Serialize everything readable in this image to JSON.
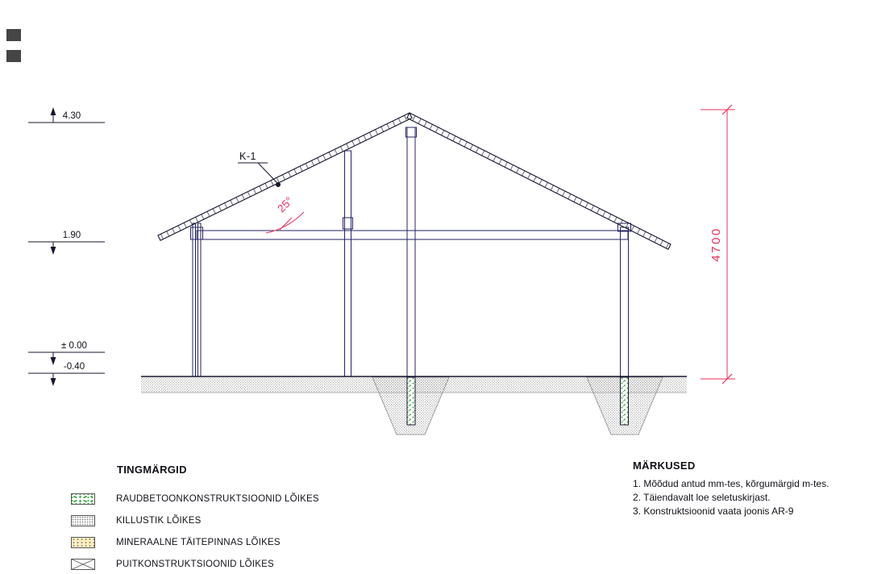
{
  "colors": {
    "dimension_red": "#e8315b",
    "concrete_green": "#42a847",
    "mineral_fill_bg": "#f9efc7",
    "line_dark": "#15152e",
    "structure_blue": "#232366"
  },
  "drawing": {
    "k1_label": "K-1",
    "roof_angle": "25°",
    "height_dimension": "4700",
    "levels": [
      {
        "value": "4.30"
      },
      {
        "value": "1.90"
      },
      {
        "value": "± 0.00"
      },
      {
        "value": "-0.40"
      }
    ]
  },
  "legend": {
    "title": "TINGMÄRGID",
    "items": [
      {
        "label": "RAUDBETOONKONSTRUKTSIOONID LÕIKES",
        "swatch": "concrete-hatch"
      },
      {
        "label": "KILLUSTIK LÕIKES",
        "swatch": "gravel-hatch"
      },
      {
        "label": "MINERAALNE TÄITEPINNAS LÕIKES",
        "swatch": "mineral-fill-hatch"
      },
      {
        "label": "PUITKONSTRUKTSIOONID LÕIKES",
        "swatch": "timber-cross-hatch"
      }
    ]
  },
  "notes": {
    "title": "MÄRKUSED",
    "items": [
      "1. Mõõdud antud mm-tes, kõrgumärgid m-tes.",
      "2. Täiendavalt loe seletuskirjast.",
      "3. Konstruktsioonid vaata joonis AR-9"
    ]
  }
}
